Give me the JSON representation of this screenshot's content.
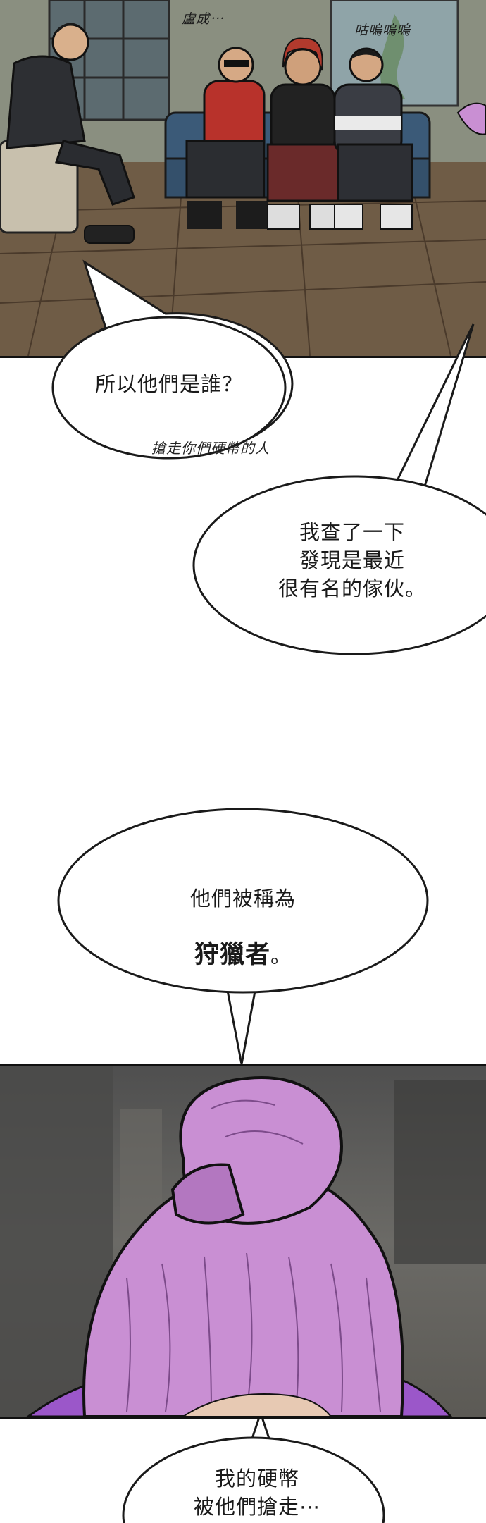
{
  "panels": [
    {
      "sfx": [
        "盧成⋯",
        "咕嗚嗚嗚"
      ]
    },
    {
      "note": ""
    }
  ],
  "bubbles": {
    "who": "所以他們是誰？",
    "who_note": "搶走你們硬幣的人",
    "checked": "我查了一下\n發現是最近\n很有名的傢伙。",
    "called_line1": "他們被稱為",
    "called_line2": "狩獵者",
    "called_line2_end": "。",
    "my_coins": "我的硬幣\n被他們搶走⋯"
  },
  "colors": {
    "bubble_fill": "#ffffff",
    "bubble_stroke": "#1a1a1a",
    "hair": "#c98fd3",
    "sofa": "#3b5a78",
    "floor": "#6f5c46"
  }
}
